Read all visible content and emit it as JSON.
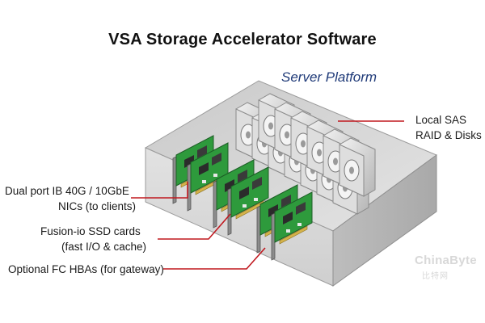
{
  "title": "VSA Storage Accelerator Software",
  "platform_label": "Server Platform",
  "callouts": {
    "local_sas_line1": "Local SAS",
    "local_sas_line2": "RAID & Disks",
    "nics_line1": "Dual port IB 40G / 10GbE",
    "nics_line2": "NICs (to clients)",
    "fusion_line1": "Fusion-io SSD cards",
    "fusion_line2": "(fast I/O & cache)",
    "fc_line1": "Optional FC HBAs (for gateway)"
  },
  "watermark": {
    "brand": "ChinaByte",
    "sub": "比特网"
  },
  "colors": {
    "callout_line": "#c0181f",
    "pcb_green": "#2e9a3c",
    "title_blue": "#1f3a78"
  }
}
